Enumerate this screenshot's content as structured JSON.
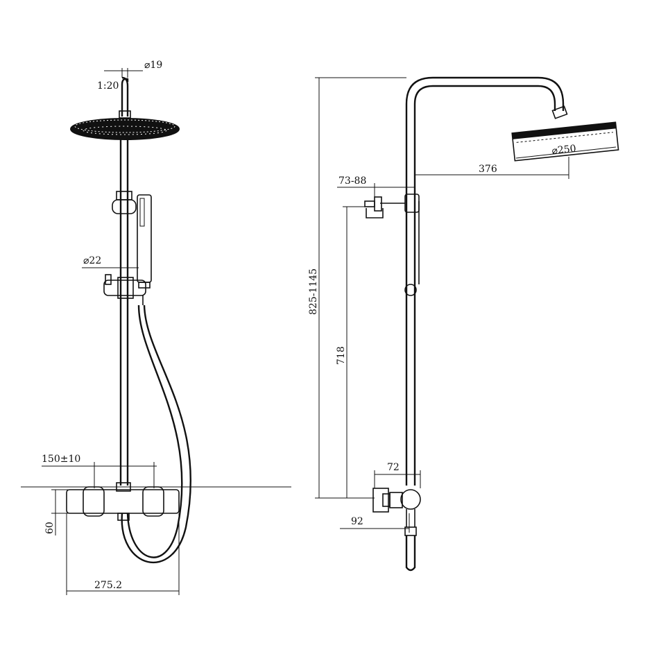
{
  "front_view": {
    "dimensions": {
      "top_pipe_diameter": "⌀19",
      "slope": "1:20",
      "rail_diameter": "⌀22",
      "inlet_spacing": "150±10",
      "mixer_height": "60",
      "mixer_width": "275.2"
    }
  },
  "side_view": {
    "dimensions": {
      "head_diameter": "⌀250",
      "arm_reach": "376",
      "bracket_offset": "73-88",
      "total_height": "825-1145",
      "rail_length": "718",
      "inlet_depth": "72",
      "mixer_projection": "92"
    }
  },
  "colors": {
    "ink": "#111111",
    "background": "#ffffff"
  }
}
